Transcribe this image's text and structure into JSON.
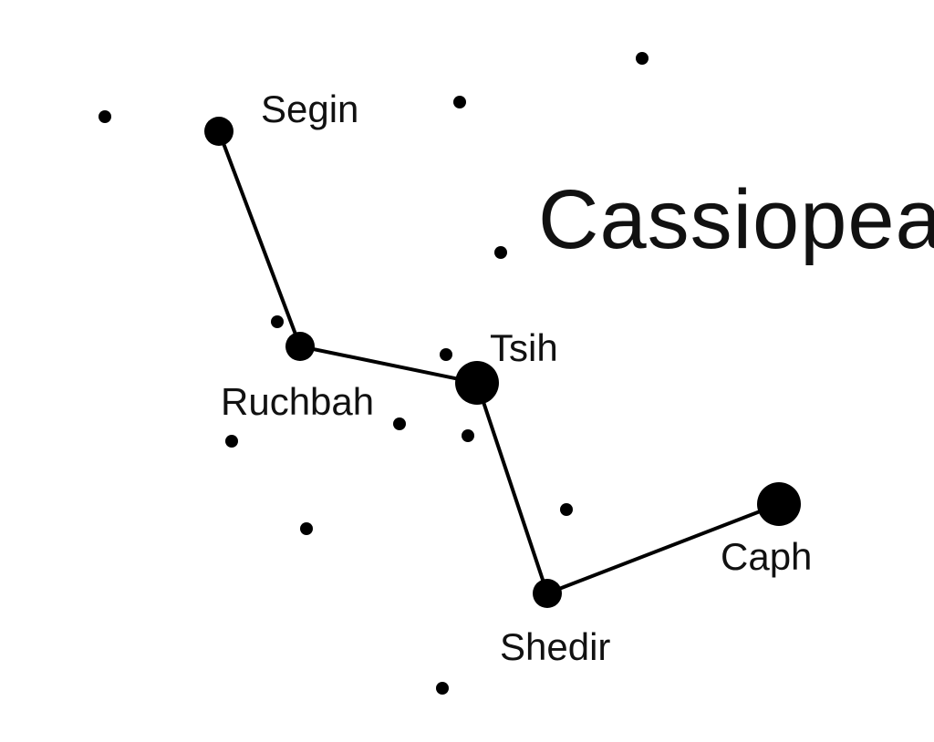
{
  "title": "Cassiopea",
  "colors": {
    "background": "#ffffff",
    "ink": "#000000"
  },
  "main_stars": [
    {
      "name": "Segin"
    },
    {
      "name": "Ruchbah"
    },
    {
      "name": "Tsih"
    },
    {
      "name": "Shedir"
    },
    {
      "name": "Caph"
    }
  ],
  "connections": [
    [
      "Segin",
      "Ruchbah"
    ],
    [
      "Ruchbah",
      "Tsih"
    ],
    [
      "Tsih",
      "Shedir"
    ],
    [
      "Shedir",
      "Caph"
    ]
  ]
}
